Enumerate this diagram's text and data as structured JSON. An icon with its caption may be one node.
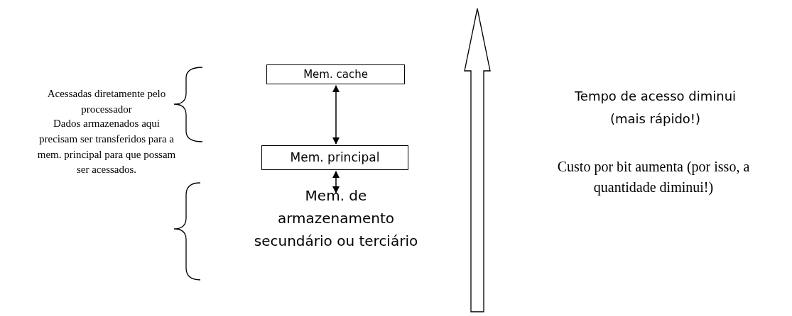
{
  "diagram": {
    "nodes": [
      {
        "text": [
          "Mem. cache"
        ]
      },
      {
        "text": [
          "Mem. principal"
        ]
      },
      {
        "text": [
          "Mem. de armazenamento secundário ou terciário"
        ]
      }
    ],
    "edges": [
      {
        "from": 0,
        "to": 1,
        "arrow": "both"
      },
      {
        "from": 1,
        "to": 2,
        "arrow": "both"
      }
    ],
    "labels": [
      "Acessadas diretamente pelo processador",
      "Dados armazenados aqui precisam ser transferidos para a mem. principal para que possam ser acessados.",
      "Tempo de acesso diminui (mais rápido!)",
      "Custo por bit aumenta (por isso, a quantidade diminui!)"
    ]
  }
}
